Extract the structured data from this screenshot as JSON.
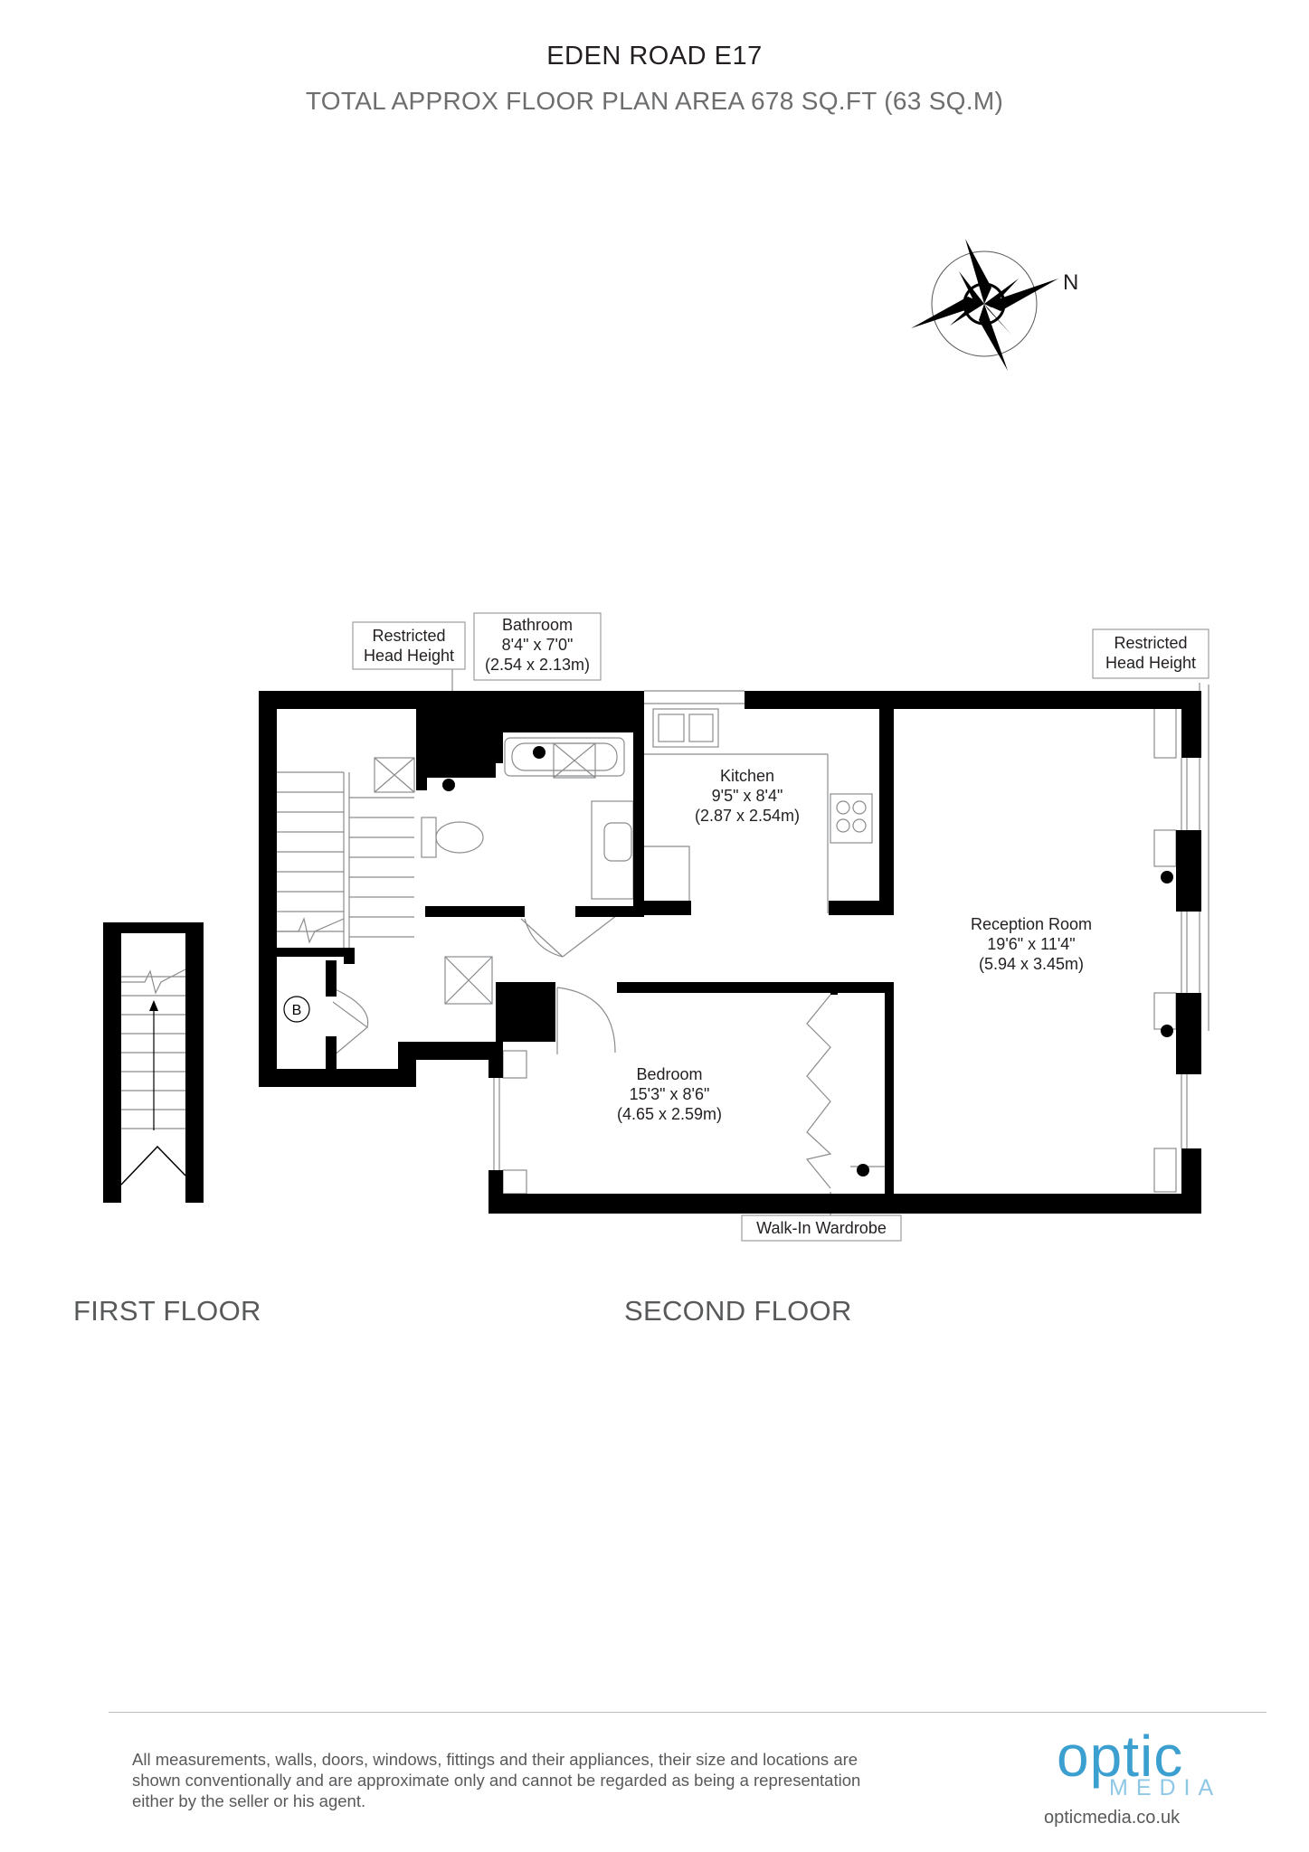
{
  "header": {
    "title": "EDEN ROAD E17",
    "subtitle": "TOTAL APPROX FLOOR PLAN AREA 678 SQ.FT (63 SQ.M)"
  },
  "compass": {
    "north_label": "N"
  },
  "rooms": {
    "bathroom": {
      "name": "Bathroom",
      "imperial": "8'4\" x 7'0\"",
      "metric": "(2.54 x 2.13m)"
    },
    "kitchen": {
      "name": "Kitchen",
      "imperial": "9'5\" x 8'4\"",
      "metric": "(2.87 x 2.54m)"
    },
    "reception": {
      "name": "Reception Room",
      "imperial": "19'6\" x 11'4\"",
      "metric": "(5.94 x 3.45m)"
    },
    "bedroom": {
      "name": "Bedroom",
      "imperial": "15'3\" x 8'6\"",
      "metric": "(4.65 x 2.59m)"
    }
  },
  "callouts": {
    "restricted_left_line1": "Restricted",
    "restricted_left_line2": "Head Height",
    "restricted_right_line1": "Restricted",
    "restricted_right_line2": "Head Height",
    "walk_in_wardrobe": "Walk-In Wardrobe",
    "boiler": "B"
  },
  "floors": {
    "first": "FIRST FLOOR",
    "second": "SECOND FLOOR"
  },
  "footer": {
    "disclaimer_lines": [
      "All measurements, walls, doors, windows, fittings and their appliances, their size and locations are",
      "shown conventionally and are approximate only and cannot be regarded as being a representation",
      "either by the seller or his agent."
    ],
    "logo_main": "optic",
    "logo_sub": "MEDIA",
    "website": "opticmedia.co.uk"
  },
  "colors": {
    "wall": "#000000",
    "text": "#231f20",
    "subtitle": "#6d6e70",
    "brand": "#3b9fd0"
  }
}
